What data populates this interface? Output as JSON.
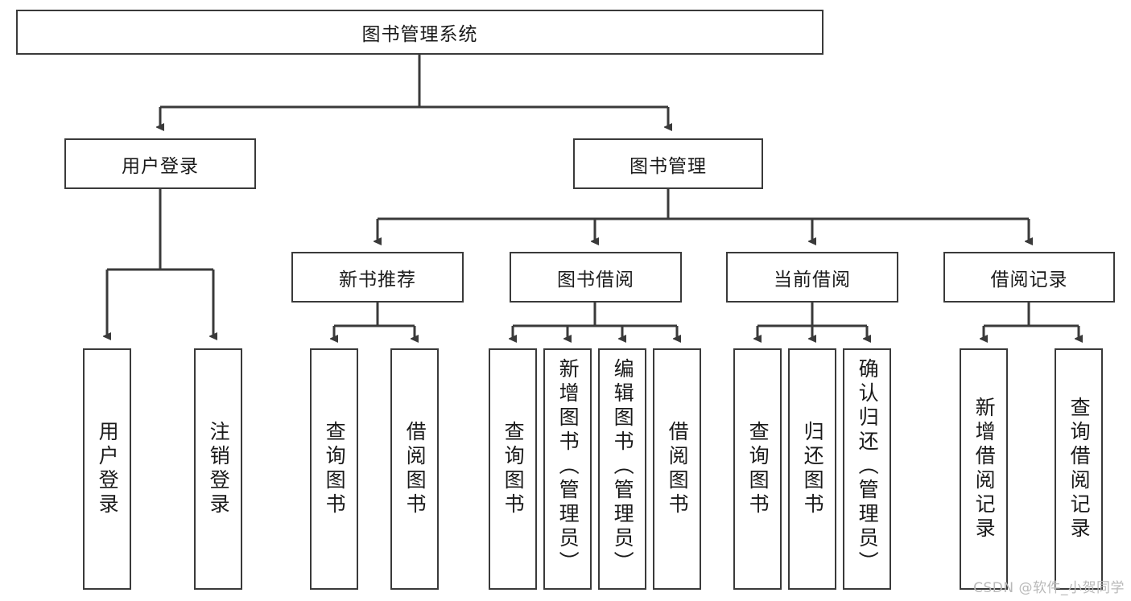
{
  "diagram": {
    "title": "图书管理系统",
    "type": "tree-hierarchy",
    "watermark": "CSDN @软件_小贺同学",
    "colors": {
      "box_border": "#3a3a3a",
      "box_fill": "#ffffff",
      "connector": "#3a3a3a",
      "text": "#1a1a1a",
      "watermark": "#b9b9b9"
    },
    "root": {
      "id": "root",
      "label": "图书管理系统"
    },
    "level2": [
      {
        "id": "login",
        "label": "用户登录"
      },
      {
        "id": "bookmgmt",
        "label": "图书管理"
      }
    ],
    "level3": [
      {
        "id": "newbook",
        "label": "新书推荐"
      },
      {
        "id": "borrow",
        "label": "图书借阅"
      },
      {
        "id": "current",
        "label": "当前借阅"
      },
      {
        "id": "record",
        "label": "借阅记录"
      }
    ],
    "leaves": {
      "login": [
        {
          "id": "login-user",
          "label": "用户登录"
        },
        {
          "id": "login-logout",
          "label": "注销登录"
        }
      ],
      "newbook": [
        {
          "id": "newbook-query",
          "label": "查询图书"
        },
        {
          "id": "newbook-borrow",
          "label": "借阅图书"
        }
      ],
      "borrow": [
        {
          "id": "borrow-query",
          "label": "查询图书"
        },
        {
          "id": "borrow-add",
          "label": "新增图书（管理员）"
        },
        {
          "id": "borrow-edit",
          "label": "编辑图书（管理员）"
        },
        {
          "id": "borrow-lend",
          "label": "借阅图书"
        }
      ],
      "current": [
        {
          "id": "current-query",
          "label": "查询图书"
        },
        {
          "id": "current-return",
          "label": "归还图书"
        },
        {
          "id": "current-confirm",
          "label": "确认归还（管理员）"
        }
      ],
      "record": [
        {
          "id": "record-add",
          "label": "新增借阅记录"
        },
        {
          "id": "record-query",
          "label": "查询借阅记录"
        }
      ]
    }
  }
}
